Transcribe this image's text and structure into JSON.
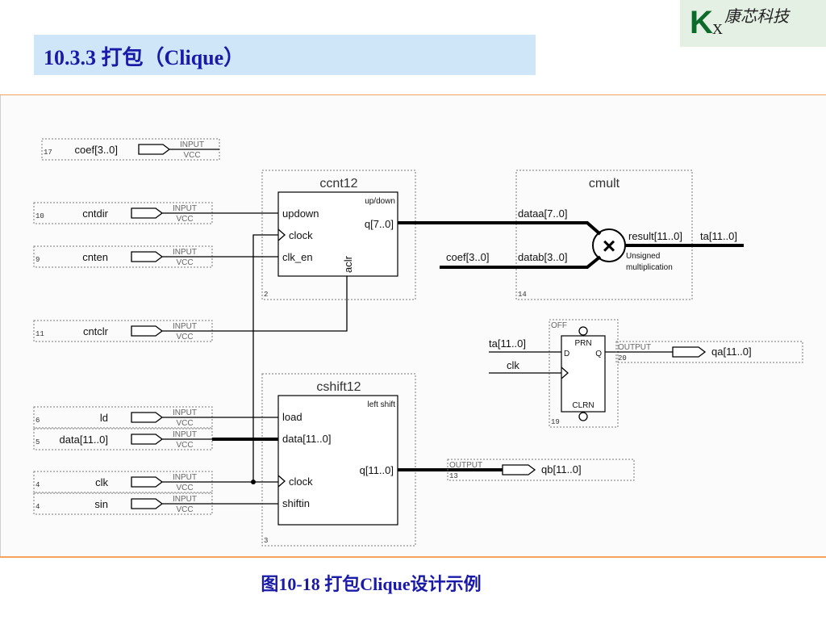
{
  "header": {
    "title": "10.3.3  打包（Clique）",
    "logo_k": "K",
    "logo_x": "X",
    "logo_text": "康芯科技"
  },
  "diagram": {
    "io_text": {
      "input": "INPUT",
      "output": "OUTPUT",
      "vcc": "VCC"
    },
    "inputs": [
      {
        "num": "17",
        "name": "coef[3..0]"
      },
      {
        "num": "10",
        "name": "cntdir"
      },
      {
        "num": "9",
        "name": "cnten"
      },
      {
        "num": "11",
        "name": "cntclr"
      },
      {
        "num": "6",
        "name": "ld"
      },
      {
        "num": "5",
        "name": "data[11..0]"
      },
      {
        "num": "4",
        "name": "clk"
      },
      {
        "num": "4",
        "name": "sin"
      }
    ],
    "ccnt": {
      "title": "ccnt12",
      "mode": "up/down",
      "p_updown": "updown",
      "p_clock": "clock",
      "p_clken": "clk_en",
      "p_q": "q[7..0]",
      "p_aclr": "aclr",
      "num": "2"
    },
    "cshift": {
      "title": "cshift12",
      "mode": "left shift",
      "p_load": "load",
      "p_data": "data[11..0]",
      "p_clock": "clock",
      "p_shiftin": "shiftin",
      "p_q": "q[11..0]",
      "num": "3"
    },
    "cmult": {
      "title": "cmult",
      "p_dataa": "dataa[7..0]",
      "p_datab": "datab[3..0]",
      "p_result": "result[11..0]",
      "desc1": "Unsigned",
      "desc2": "multiplication",
      "coef_in": "coef[3..0]",
      "ta_out": "ta[11..0]",
      "num": "14",
      "symbol": "×"
    },
    "dff": {
      "off": "OFF",
      "prn": "PRN",
      "clrn": "CLRN",
      "d": "D",
      "q": "Q",
      "in_ta": "ta[11..0]",
      "in_clk": "clk",
      "num": "19"
    },
    "outputs": [
      {
        "num": "20",
        "name": "qa[11..0]"
      },
      {
        "num": "13",
        "name": "qb[11..0]"
      }
    ]
  },
  "caption": "图10-18  打包Clique设计示例",
  "colors": {
    "title_bg": "#cfe6f9",
    "title_text": "#1a1aa8",
    "rule": "#f4a460",
    "logo_bg": "#e3f0e3",
    "logo_k": "#0c6a2b"
  }
}
